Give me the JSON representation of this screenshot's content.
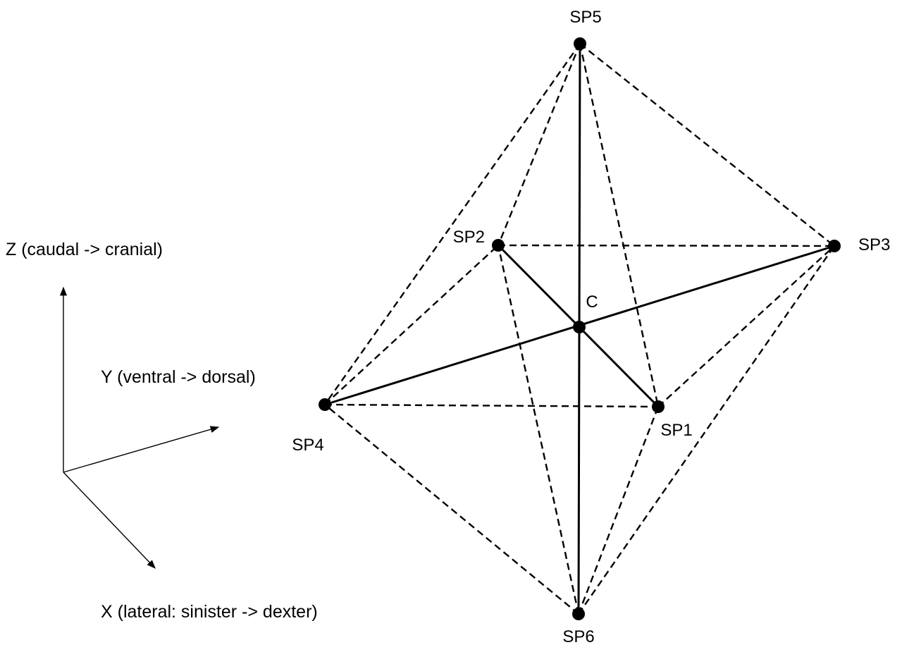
{
  "axes": {
    "z_label": "Z (caudal -> cranial)",
    "y_label": "Y (ventral -> dorsal)",
    "x_label": "X (lateral: sinister -> dexter)"
  },
  "nodes": [
    {
      "id": "SP1",
      "label": "SP1"
    },
    {
      "id": "SP2",
      "label": "SP2"
    },
    {
      "id": "SP3",
      "label": "SP3"
    },
    {
      "id": "SP4",
      "label": "SP4"
    },
    {
      "id": "SP5",
      "label": "SP5"
    },
    {
      "id": "SP6",
      "label": "SP6"
    },
    {
      "id": "C",
      "label": "C"
    }
  ],
  "edges": [
    {
      "from": "SP5",
      "to": "SP6",
      "style": "solid"
    },
    {
      "from": "SP4",
      "to": "SP3",
      "style": "solid"
    },
    {
      "from": "SP2",
      "to": "SP1",
      "style": "solid"
    },
    {
      "from": "SP2",
      "to": "SP3",
      "style": "dashed"
    },
    {
      "from": "SP4",
      "to": "SP1",
      "style": "dashed"
    },
    {
      "from": "SP4",
      "to": "SP2",
      "style": "dashed"
    },
    {
      "from": "SP1",
      "to": "SP3",
      "style": "dashed"
    },
    {
      "from": "SP5",
      "to": "SP1",
      "style": "dashed"
    },
    {
      "from": "SP5",
      "to": "SP2",
      "style": "dashed"
    },
    {
      "from": "SP5",
      "to": "SP3",
      "style": "dashed"
    },
    {
      "from": "SP5",
      "to": "SP4",
      "style": "dashed"
    },
    {
      "from": "SP6",
      "to": "SP1",
      "style": "dashed"
    },
    {
      "from": "SP6",
      "to": "SP2",
      "style": "dashed"
    },
    {
      "from": "SP6",
      "to": "SP3",
      "style": "dashed"
    },
    {
      "from": "SP6",
      "to": "SP4",
      "style": "dashed"
    }
  ]
}
